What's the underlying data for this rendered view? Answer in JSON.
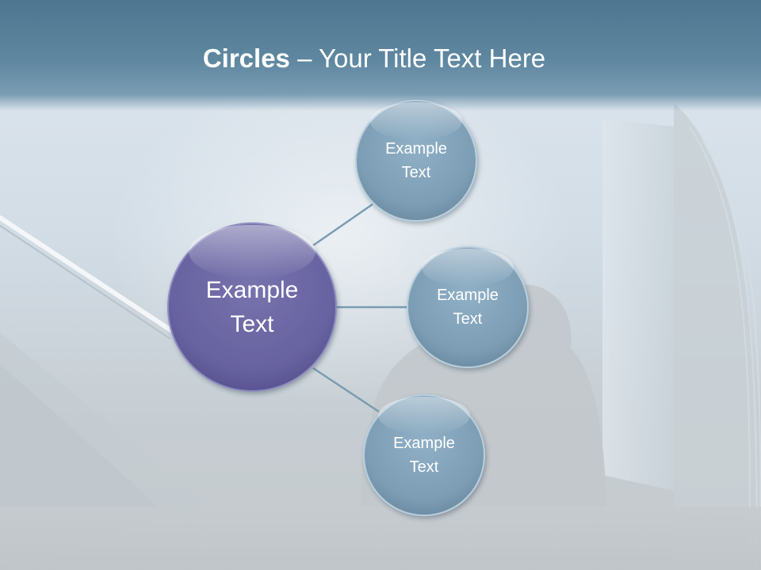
{
  "slide": {
    "title_bold": "Circles",
    "title_rest": " – Your Title Text Here"
  },
  "diagram": {
    "center": {
      "label": "Example Text",
      "line1": "Example",
      "line2": "Text",
      "color": "#6a66a0"
    },
    "satellites": [
      {
        "line1": "Example",
        "line2": "Text",
        "color": "#7d9db4"
      },
      {
        "line1": "Example",
        "line2": "Text",
        "color": "#7d9db4"
      },
      {
        "line1": "Example",
        "line2": "Text",
        "color": "#7d9db4"
      }
    ],
    "connector_color": "#7a9cb2"
  }
}
